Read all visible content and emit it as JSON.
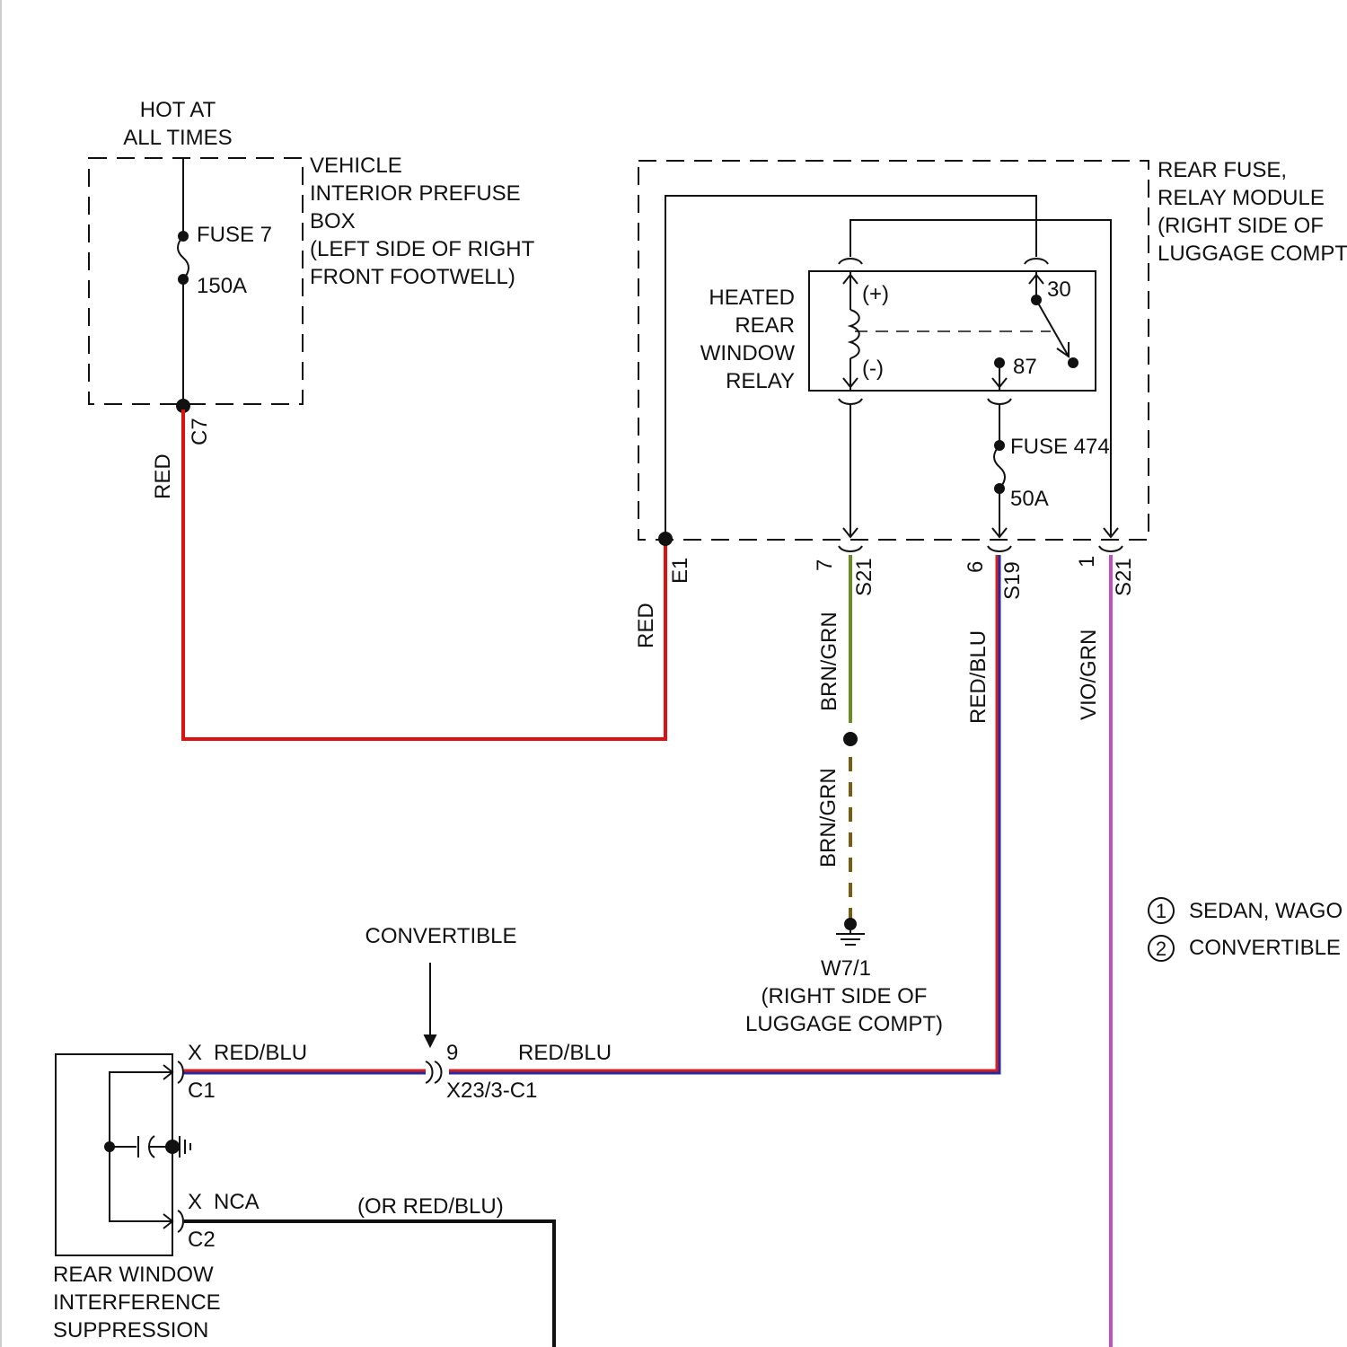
{
  "colors": {
    "red": "#dd1111",
    "brn_grn_solid": "#6b8e23",
    "brn_grn_dashed": "#7a5c10",
    "red_blu_red": "#d42020",
    "red_blu_blu": "#2a2aa0",
    "vio_grn": "#c050c8",
    "black": "#111111"
  },
  "left_box": {
    "hot_line1": "HOT AT",
    "hot_line2": "ALL TIMES",
    "label_lines": [
      "VEHICLE",
      "INTERIOR PREFUSE",
      "BOX",
      "(LEFT SIDE OF RIGHT",
      "FRONT FOOTWELL)"
    ],
    "fuse_name": "FUSE 7",
    "fuse_rating": "150A",
    "connector": "C7",
    "wire_color": "RED"
  },
  "right_box": {
    "label_lines": [
      "REAR FUSE,",
      "RELAY MODULE",
      "(RIGHT SIDE OF",
      "LUGGAGE COMPT"
    ],
    "relay_lines": [
      "HEATED",
      "REAR",
      "WINDOW",
      "RELAY"
    ],
    "plus": "(+)",
    "minus": "(-)",
    "pin30": "30",
    "pin87": "87",
    "fuse_name": "FUSE 474",
    "fuse_rating": "50A",
    "e1": "E1",
    "e1_wire": "RED",
    "pin7": "7",
    "s21a": "S21",
    "wire7": "BRN/GRN",
    "pin6": "6",
    "s19": "S19",
    "wire6": "RED/BLU",
    "pin1": "1",
    "s21b": "S21",
    "wire1": "VIO/GRN"
  },
  "ground": {
    "wire": "BRN/GRN",
    "name": "W7/1",
    "loc1": "(RIGHT SIDE OF",
    "loc2": "LUGGAGE COMPT)"
  },
  "legend": [
    {
      "num": "1",
      "text": "SEDAN, WAGO"
    },
    {
      "num": "2",
      "text": "CONVERTIBLE"
    }
  ],
  "convertible": {
    "label": "CONVERTIBLE",
    "pin": "9",
    "connector": "X23/3-C1",
    "wire": "RED/BLU"
  },
  "suppression": {
    "c1_x": "X",
    "c1_wire": "RED/BLU",
    "c1": "C1",
    "c2_x": "X",
    "c2_wire": "NCA",
    "c2": "C2",
    "alt_wire": "(OR RED/BLU)",
    "name_lines": [
      "REAR WINDOW",
      "INTERFERENCE",
      "SUPPRESSION"
    ]
  }
}
